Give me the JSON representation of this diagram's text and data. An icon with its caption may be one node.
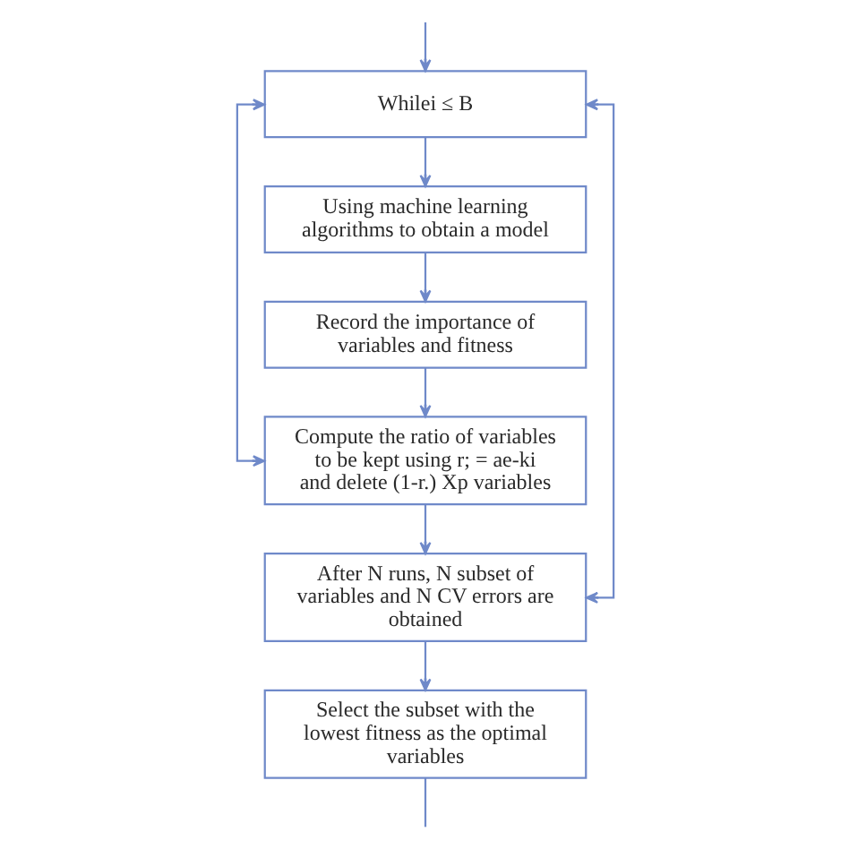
{
  "diagram": {
    "nodes": [
      {
        "text": [
          "Whilei ≤ B"
        ]
      },
      {
        "text": [
          "Using machine learning algorithms to obtain a model"
        ]
      },
      {
        "text": [
          "Record the importance of variables and fitness"
        ]
      },
      {
        "text": [
          "Compute the ratio of variables to be kept using r; = ae-ki and delete (1-r.) Xp variables"
        ]
      },
      {
        "text": [
          "After N runs, N subset of variables and N CV errors are obtained"
        ]
      },
      {
        "text": [
          "Select the subset with the lowest fitness as the optimal variables"
        ]
      }
    ],
    "edges": [
      {
        "from": null,
        "to": 0,
        "arrow": "to"
      },
      {
        "from": 0,
        "to": 1,
        "arrow": "to"
      },
      {
        "from": 1,
        "to": 2,
        "arrow": "to"
      },
      {
        "from": 2,
        "to": 3,
        "arrow": "to"
      },
      {
        "from": 3,
        "to": 0,
        "arrow": "both"
      },
      {
        "from": 0,
        "to": 4,
        "arrow": "both"
      },
      {
        "from": 3,
        "to": 4,
        "arrow": "to"
      },
      {
        "from": 4,
        "to": 5,
        "arrow": "to"
      },
      {
        "from": 5,
        "to": null,
        "arrow": "none"
      }
    ]
  }
}
